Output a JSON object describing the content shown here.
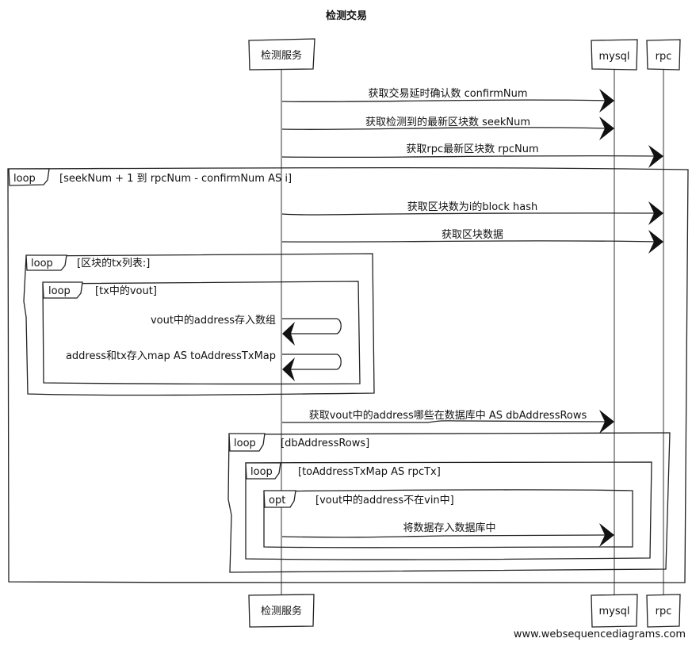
{
  "title": "检测交易",
  "participants": [
    {
      "id": "svc",
      "label": "检测服务"
    },
    {
      "id": "mysql",
      "label": "mysql"
    },
    {
      "id": "rpc",
      "label": "rpc"
    }
  ],
  "messages": [
    {
      "from": "svc",
      "to": "mysql",
      "label": "获取交易延时确认数 confirmNum"
    },
    {
      "from": "svc",
      "to": "mysql",
      "label": "获取检测到的最新区块数 seekNum"
    },
    {
      "from": "svc",
      "to": "rpc",
      "label": "获取rpc最新区块数 rpcNum"
    },
    {
      "from": "svc",
      "to": "rpc",
      "label": "获取区块数为i的block hash"
    },
    {
      "from": "svc",
      "to": "rpc",
      "label": "获取区块数据"
    },
    {
      "from": "svc",
      "to": "svc",
      "label": "vout中的address存入数组"
    },
    {
      "from": "svc",
      "to": "svc",
      "label": "address和tx存入map AS toAddressTxMap"
    },
    {
      "from": "svc",
      "to": "mysql",
      "label": "获取vout中的address哪些在数据库中 AS dbAddressRows"
    },
    {
      "from": "svc",
      "to": "mysql",
      "label": "将数据存入数据库中"
    }
  ],
  "frames": [
    {
      "kind": "loop",
      "condition": "[seekNum + 1 到 rpcNum -  confirmNum AS i]"
    },
    {
      "kind": "loop",
      "condition": "[区块的tx列表:]"
    },
    {
      "kind": "loop",
      "condition": "[tx中的vout]"
    },
    {
      "kind": "loop",
      "condition": "[dbAddressRows]"
    },
    {
      "kind": "loop",
      "condition": "[toAddressTxMap AS rpcTx]"
    },
    {
      "kind": "opt",
      "condition": "[vout中的address不在vin中]"
    }
  ],
  "footer": "www.websequencediagrams.com"
}
